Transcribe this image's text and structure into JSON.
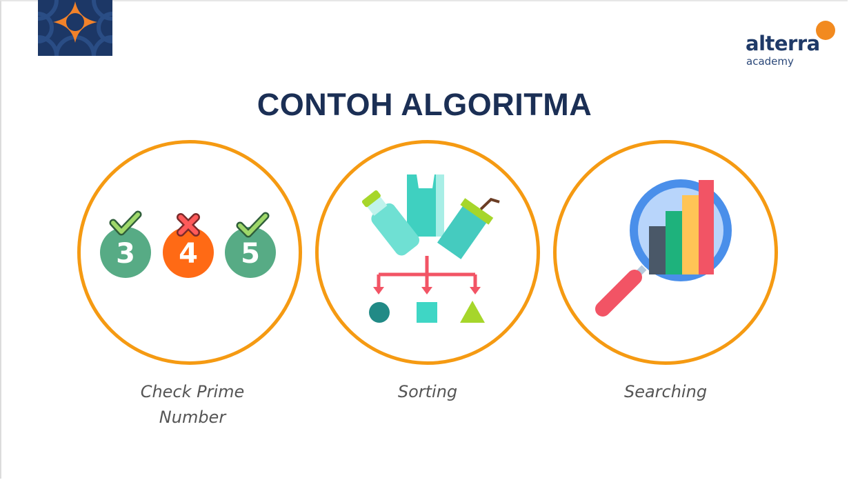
{
  "slide": {
    "title": "CONTOH ALGORITMA"
  },
  "brand": {
    "name": "alterra",
    "subtitle": "academy",
    "accent_color": "#f28a1f",
    "text_color": "#1f3a68"
  },
  "colors": {
    "ring": "#f59a12",
    "title": "#1b2f55",
    "caption": "#555555"
  },
  "cards": [
    {
      "caption_line1": "Check Prime",
      "caption_line2": "Number",
      "icon": "prime-check-illustration",
      "numbers": [
        {
          "value": "3",
          "mark": "check",
          "color": "#57ab85"
        },
        {
          "value": "4",
          "mark": "cross",
          "color": "#ff6a15"
        },
        {
          "value": "5",
          "mark": "check",
          "color": "#57ab85"
        }
      ]
    },
    {
      "caption_line1": "Sorting",
      "icon": "sorting-illustration"
    },
    {
      "caption_line1": "Searching",
      "icon": "search-chart-illustration"
    }
  ]
}
